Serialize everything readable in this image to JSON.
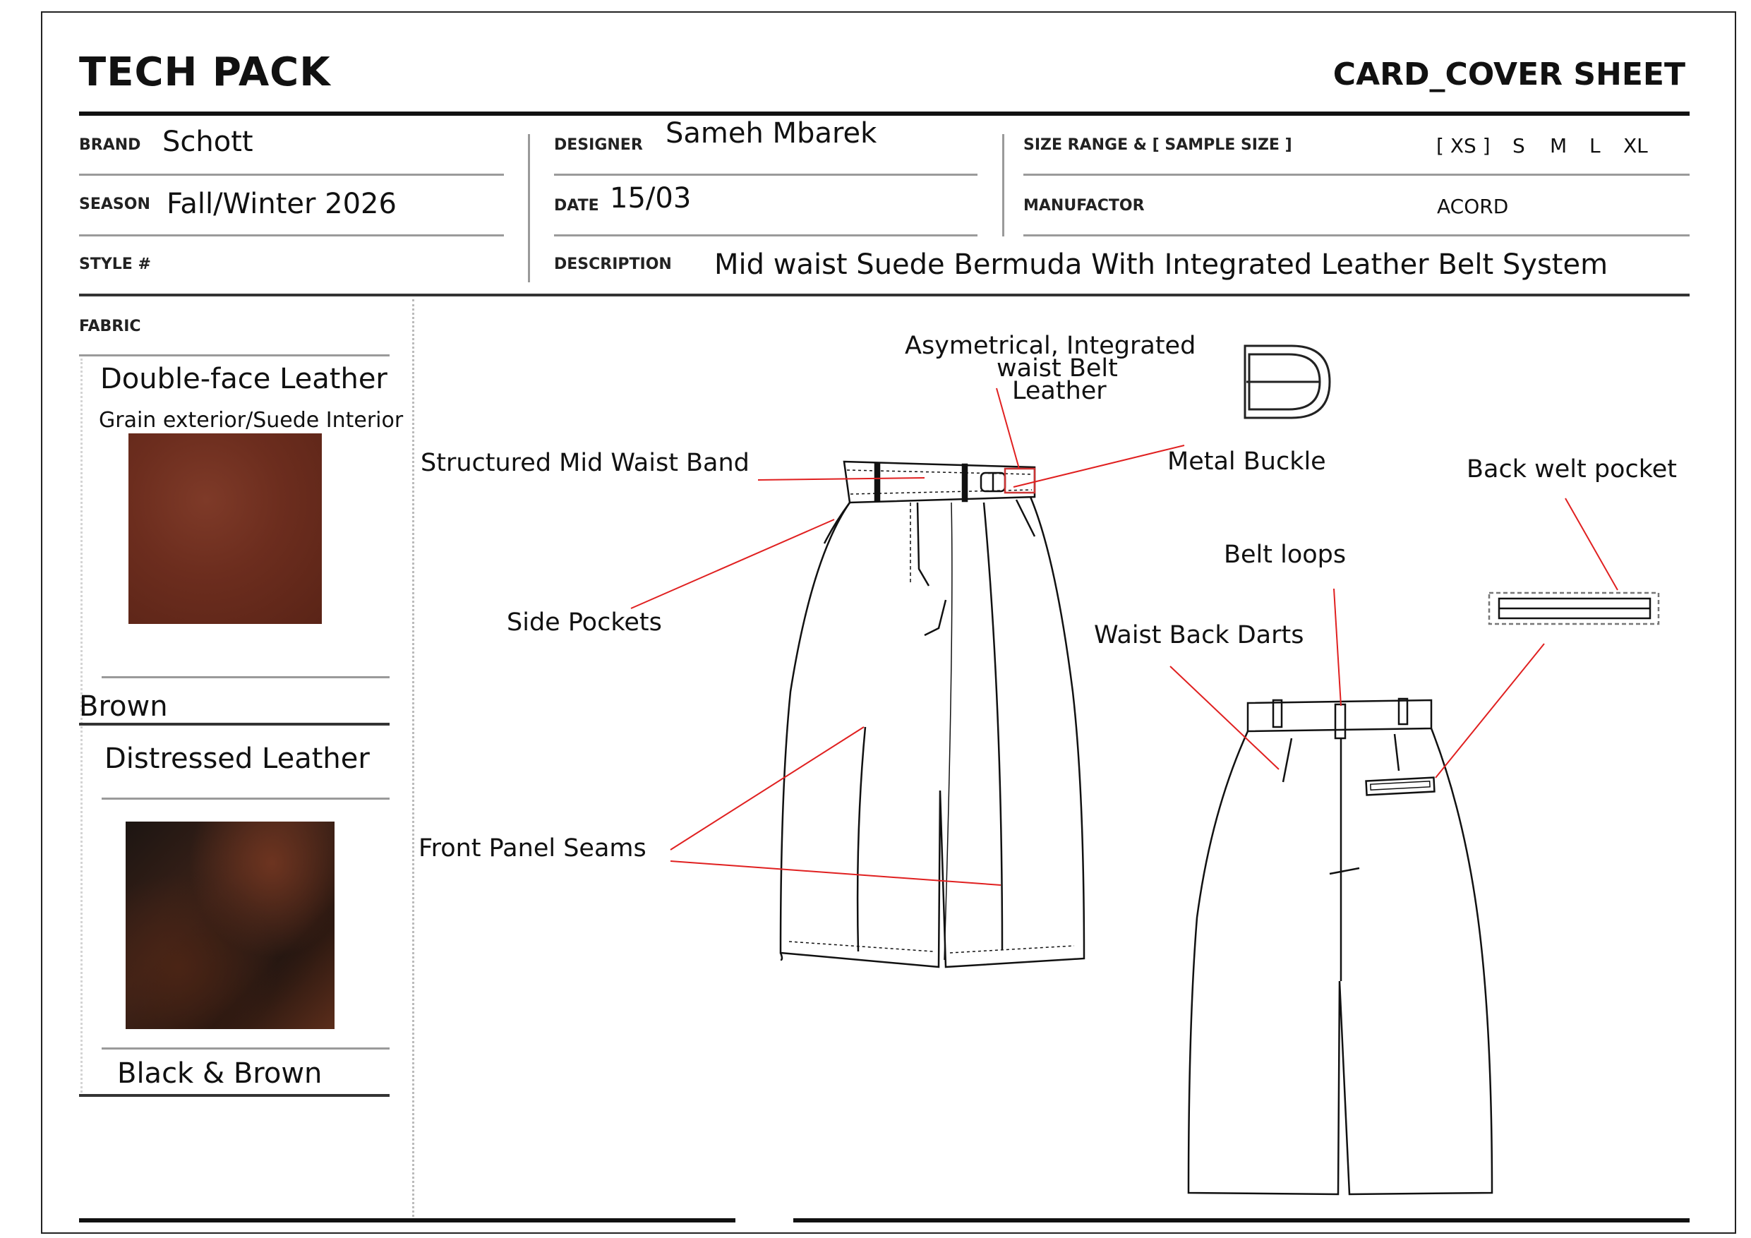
{
  "header": {
    "title": "TECH PACK",
    "sheet": "CARD_COVER SHEET"
  },
  "fields": {
    "brand_label": "BRAND",
    "brand": "Schott",
    "season_label": "SEASON",
    "season": "Fall/Winter 2026",
    "style_label": "STYLE #",
    "designer_label": "DESIGNER",
    "designer": "Sameh Mbarek",
    "date_label": "DATE",
    "date": "15/03",
    "description_label": "DESCRIPTION",
    "description": "Mid waist Suede Bermuda With Integrated Leather Belt System",
    "size_label": "SIZE RANGE & [ SAMPLE SIZE ]",
    "sizes": [
      "[ XS ]",
      "S",
      "M",
      "L",
      "XL"
    ],
    "manufactor_label": "MANUFACTOR",
    "manufactor": "ACORD"
  },
  "fabric": {
    "label": "FABRIC",
    "items": [
      {
        "name": "Double-face Leather",
        "sub": "Grain exterior/Suede Interior",
        "color": "Brown",
        "swatch": "#6c2d1e"
      },
      {
        "name": "Distressed Leather",
        "color": "Black & Brown",
        "swatch": "#2a1a14"
      }
    ]
  },
  "callouts": {
    "belt_line1": "Asymetrical, Integrated",
    "belt_line2": "waist Belt",
    "belt_line3": "Leather",
    "waist_band": "Structured Mid Waist Band",
    "buckle": "Metal Buckle",
    "back_welt": "Back welt pocket",
    "belt_loops": "Belt loops",
    "side_pockets": "Side Pockets",
    "back_darts": "Waist Back Darts",
    "front_seams": "Front Panel Seams"
  },
  "colors": {
    "callout_line": "#e02020",
    "ink": "#111111"
  }
}
